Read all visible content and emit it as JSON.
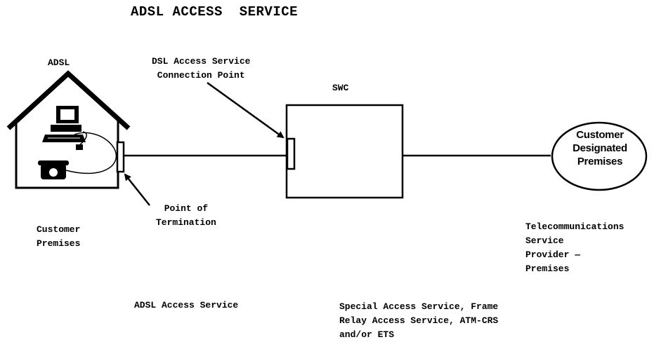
{
  "title": "ADSL ACCESS  SERVICE",
  "labels": {
    "adsl": "ADSL",
    "dsl_connection_point": [
      "DSL Access Service",
      "Connection Point"
    ],
    "swc": "SWC",
    "point_of_termination": [
      "Point of",
      "Termination"
    ],
    "customer_premises": [
      "Customer",
      "Premises"
    ],
    "customer_designated_premises": [
      "Customer",
      "Designated",
      "Premises"
    ],
    "telecom_provider_premises": [
      "Telecommunications",
      "Service",
      "Provider —",
      "Premises"
    ],
    "adsl_access_service": "ADSL Access Service",
    "special_access_service": [
      "Special Access Service, Frame",
      "Relay Access Service, ATM-CRS",
      "and/or ETS"
    ]
  },
  "icons": [
    "house-icon",
    "computer-icon",
    "telephone-icon"
  ]
}
